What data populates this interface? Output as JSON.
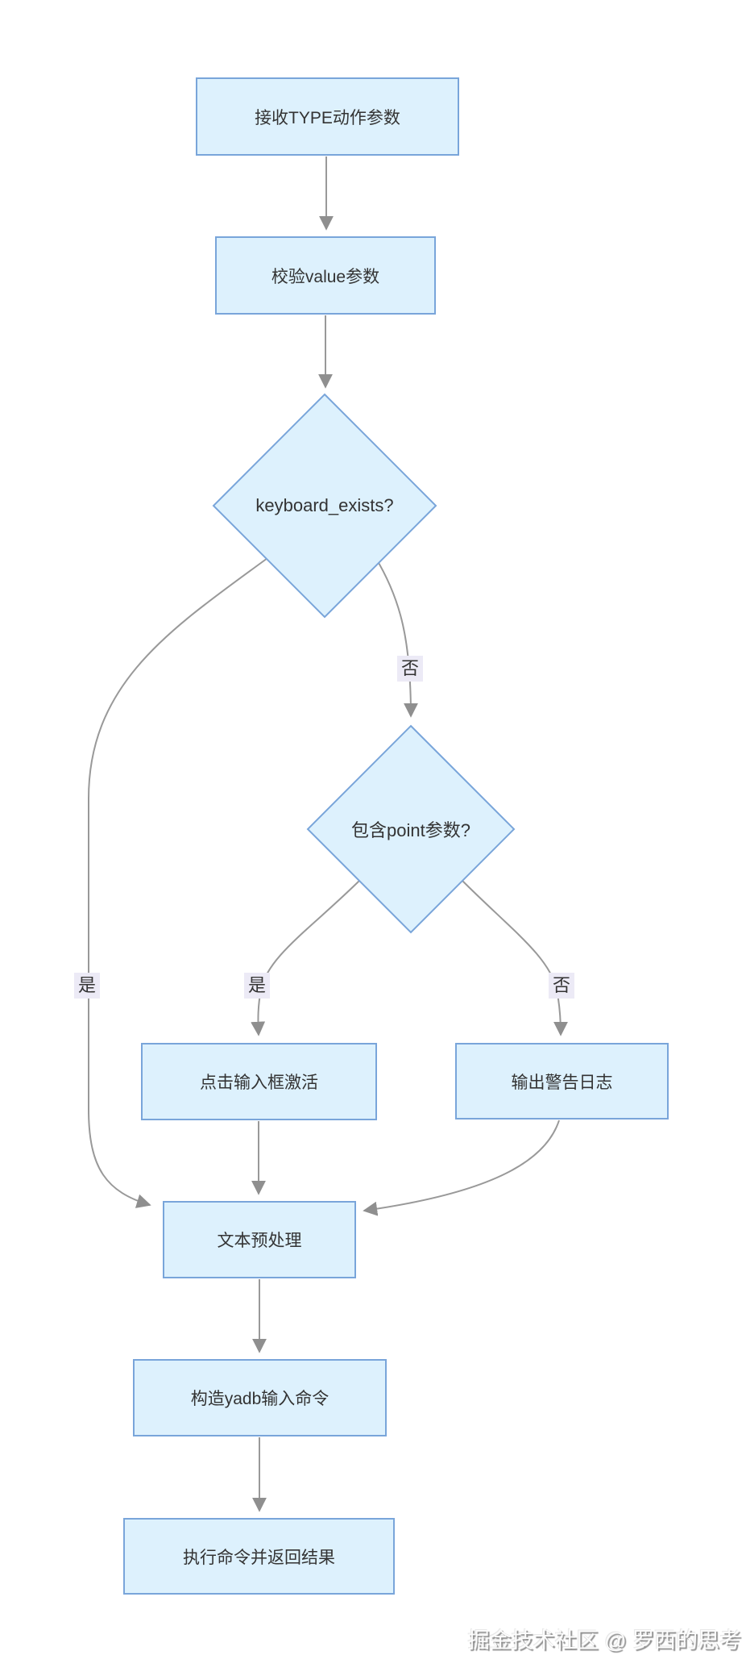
{
  "diagram": {
    "nodes": {
      "receive": {
        "label": "接收TYPE动作参数",
        "type": "process"
      },
      "validate": {
        "label": "校验value参数",
        "type": "process"
      },
      "keyboard": {
        "label": "keyboard_exists?",
        "type": "decision"
      },
      "point": {
        "label": "包含point参数?",
        "type": "decision"
      },
      "click": {
        "label": "点击输入框激活",
        "type": "process"
      },
      "warn": {
        "label": "输出警告日志",
        "type": "process"
      },
      "preprocess": {
        "label": "文本预处理",
        "type": "process"
      },
      "build": {
        "label": "构造yadb输入命令",
        "type": "process"
      },
      "execute": {
        "label": "执行命令并返回结果",
        "type": "process"
      }
    },
    "edge_labels": {
      "keyboard_yes": "是",
      "keyboard_no": "否",
      "point_yes": "是",
      "point_no": "否"
    },
    "edges": [
      {
        "from": "receive",
        "to": "validate"
      },
      {
        "from": "validate",
        "to": "keyboard"
      },
      {
        "from": "keyboard",
        "to": "point",
        "label": "否"
      },
      {
        "from": "keyboard",
        "to": "preprocess",
        "label": "是"
      },
      {
        "from": "point",
        "to": "click",
        "label": "是"
      },
      {
        "from": "point",
        "to": "warn",
        "label": "否"
      },
      {
        "from": "click",
        "to": "preprocess"
      },
      {
        "from": "warn",
        "to": "preprocess"
      },
      {
        "from": "preprocess",
        "to": "build"
      },
      {
        "from": "build",
        "to": "execute"
      }
    ],
    "colors": {
      "node_fill": "#ddf1fd",
      "node_border": "#79a5da",
      "edge_line": "#999999",
      "arrowhead": "#8f8f8f",
      "label_bg": "#eceaf6",
      "text": "#333333"
    }
  },
  "watermark": "掘金技术社区 @ 罗西的思考"
}
